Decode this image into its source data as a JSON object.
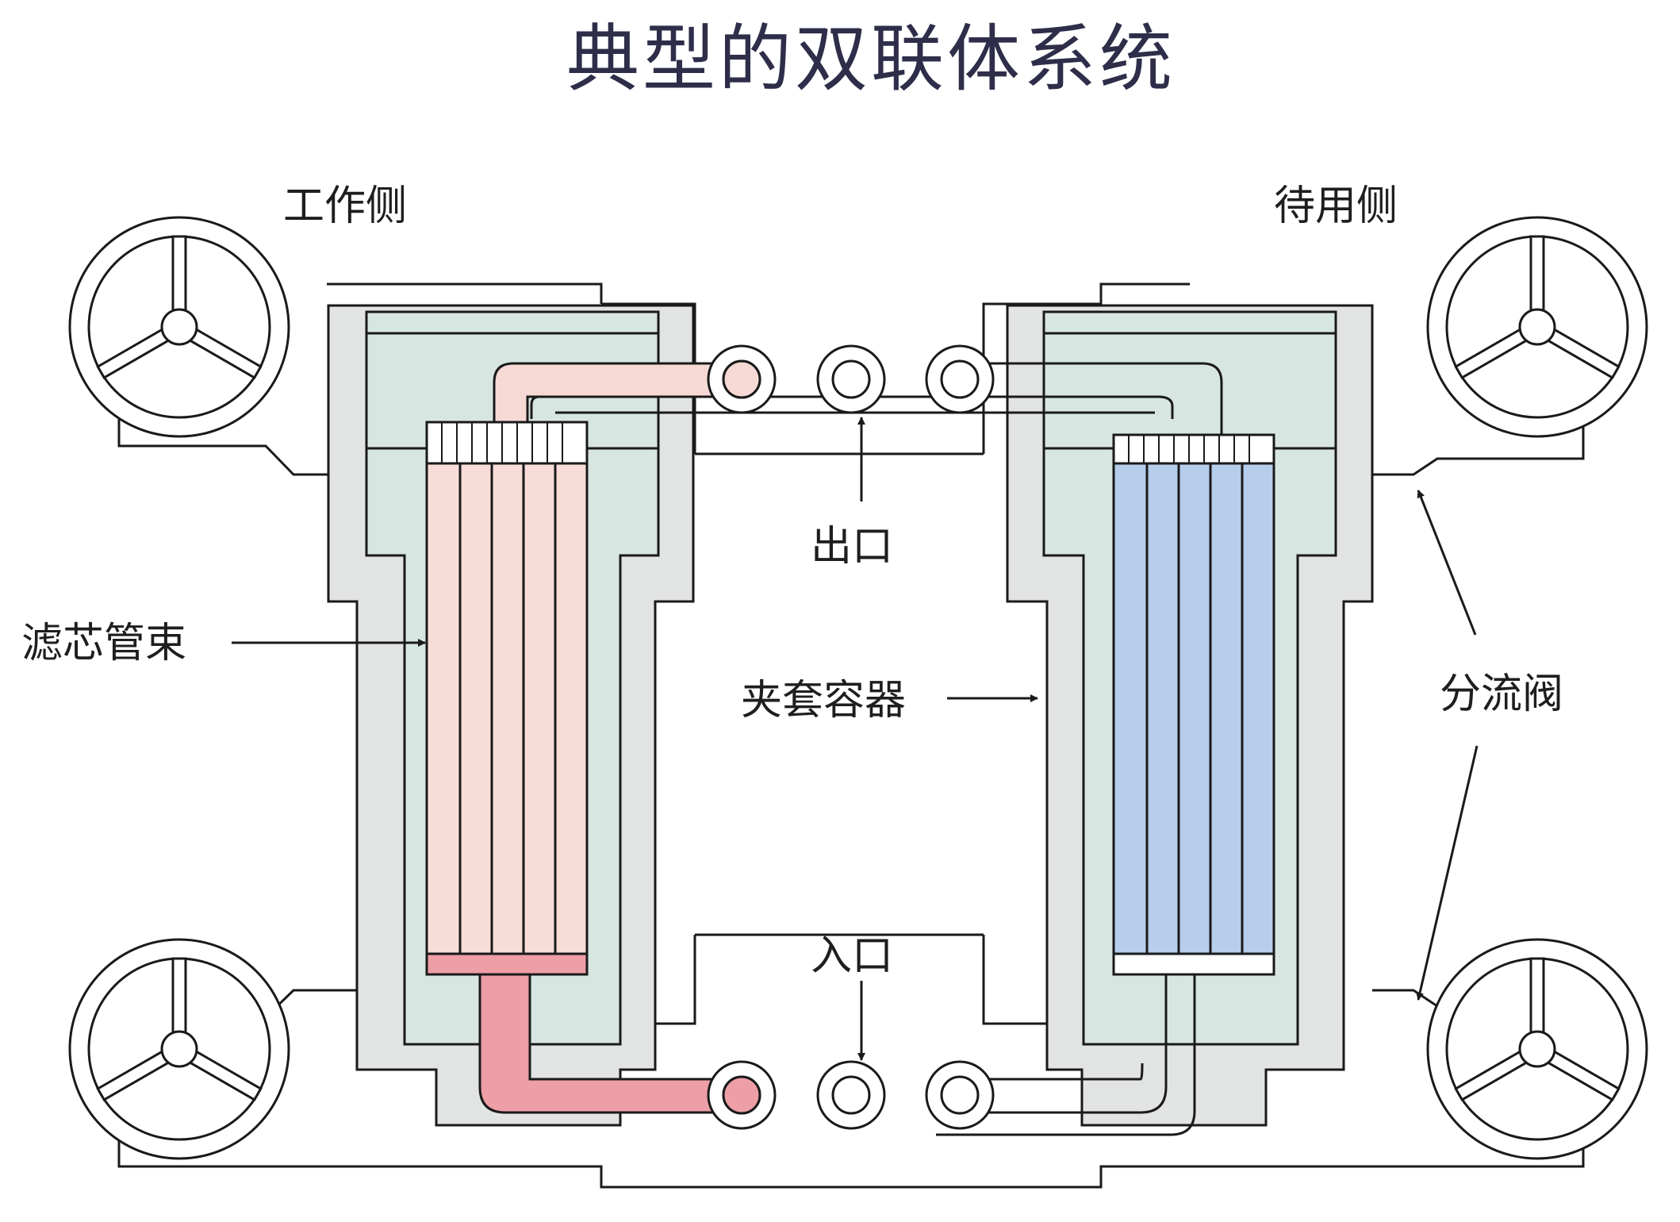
{
  "title": "典型的双联体系统",
  "labels": {
    "working_side": "工作侧",
    "standby_side": "待用侧",
    "filter_bundle": "滤芯管束",
    "jacket_vessel": "夹套容器",
    "outlet": "出口",
    "inlet": "入口",
    "diverter_valve": "分流阀"
  },
  "colors": {
    "active_pipe": "#f6d9d5",
    "active_inlet": "#ee9ea6",
    "active_filter": "#f7dcd7",
    "standby_filter": "#b7cdec",
    "jacket_fill": "#d8e6e2",
    "wall_fill": "#e2e3e3",
    "title": "#2e2e4a"
  },
  "icons": [
    "handwheel-icon",
    "pipe-ring-icon",
    "arrow-icon"
  ]
}
